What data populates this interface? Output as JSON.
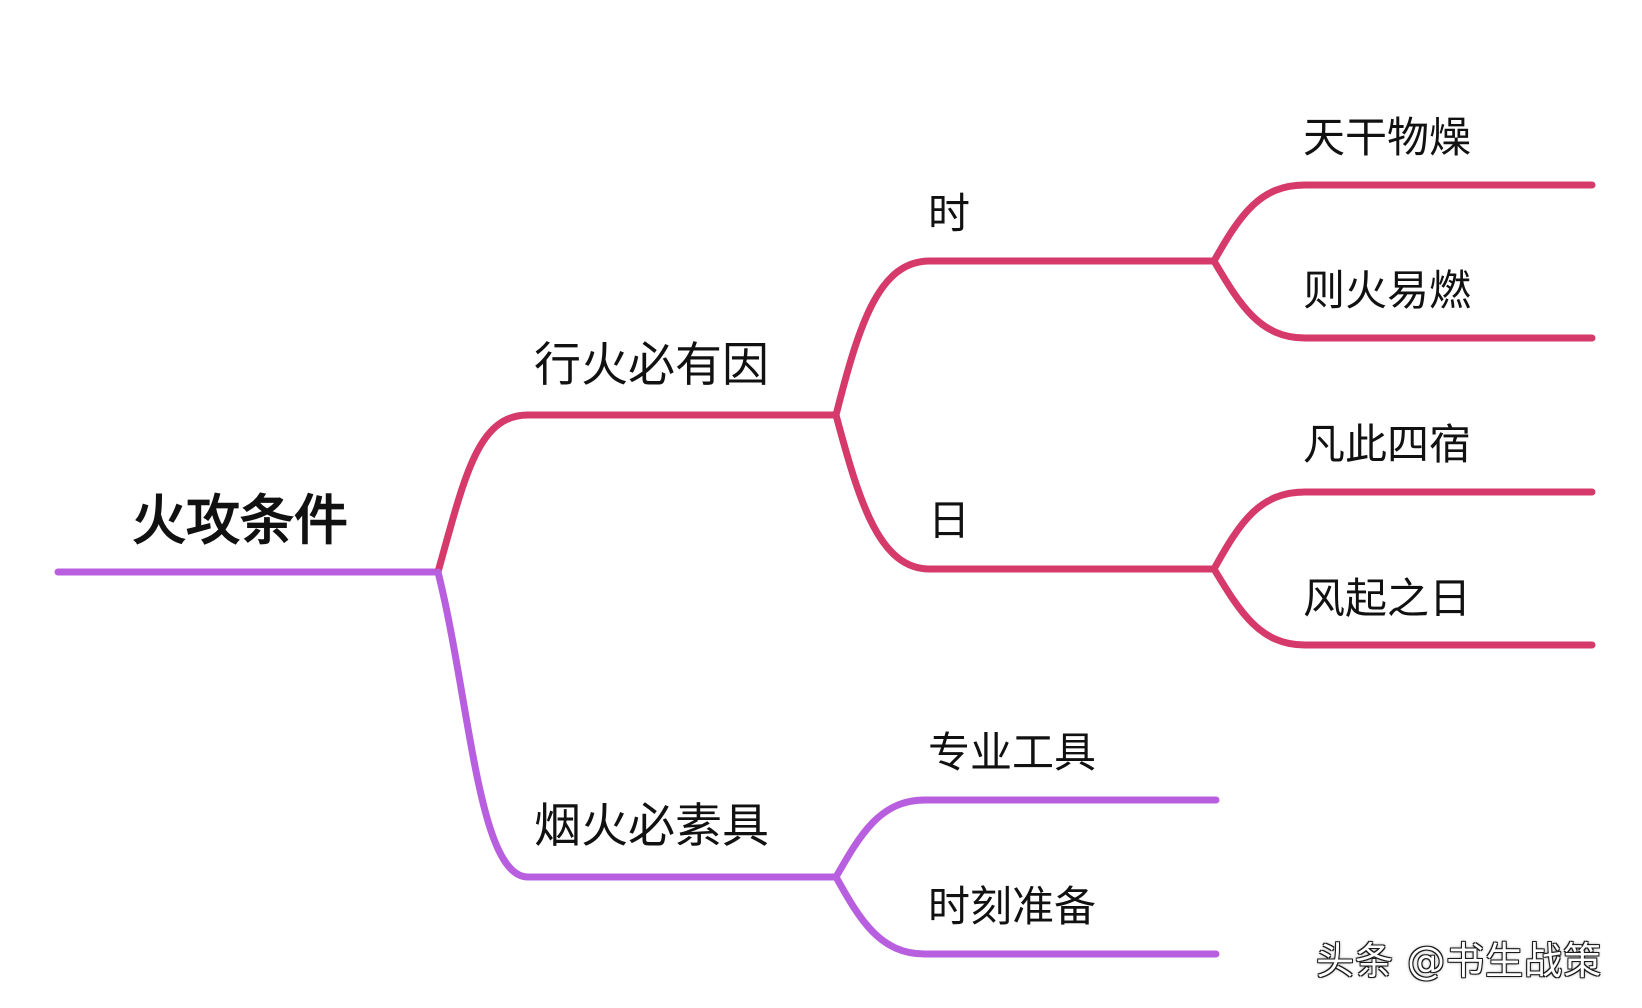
{
  "mindmap": {
    "root": {
      "label": "火攻条件"
    },
    "branches": [
      {
        "label": "行火必有因",
        "children": [
          {
            "label": "时",
            "children": [
              {
                "label": "天干物燥"
              },
              {
                "label": "则火易燃"
              }
            ]
          },
          {
            "label": "日",
            "children": [
              {
                "label": "凡此四宿"
              },
              {
                "label": "风起之日"
              }
            ]
          }
        ]
      },
      {
        "label": "烟火必素具",
        "children": [
          {
            "label": "专业工具"
          },
          {
            "label": "时刻准备"
          }
        ]
      }
    ]
  },
  "watermark": "头条 @书生战策",
  "colors": {
    "root_line": "#B85FE0",
    "branch_crimson": "#D63A6B",
    "branch_purple": "#B85FE0",
    "text": "#111111",
    "background": "#FFFFFF"
  }
}
